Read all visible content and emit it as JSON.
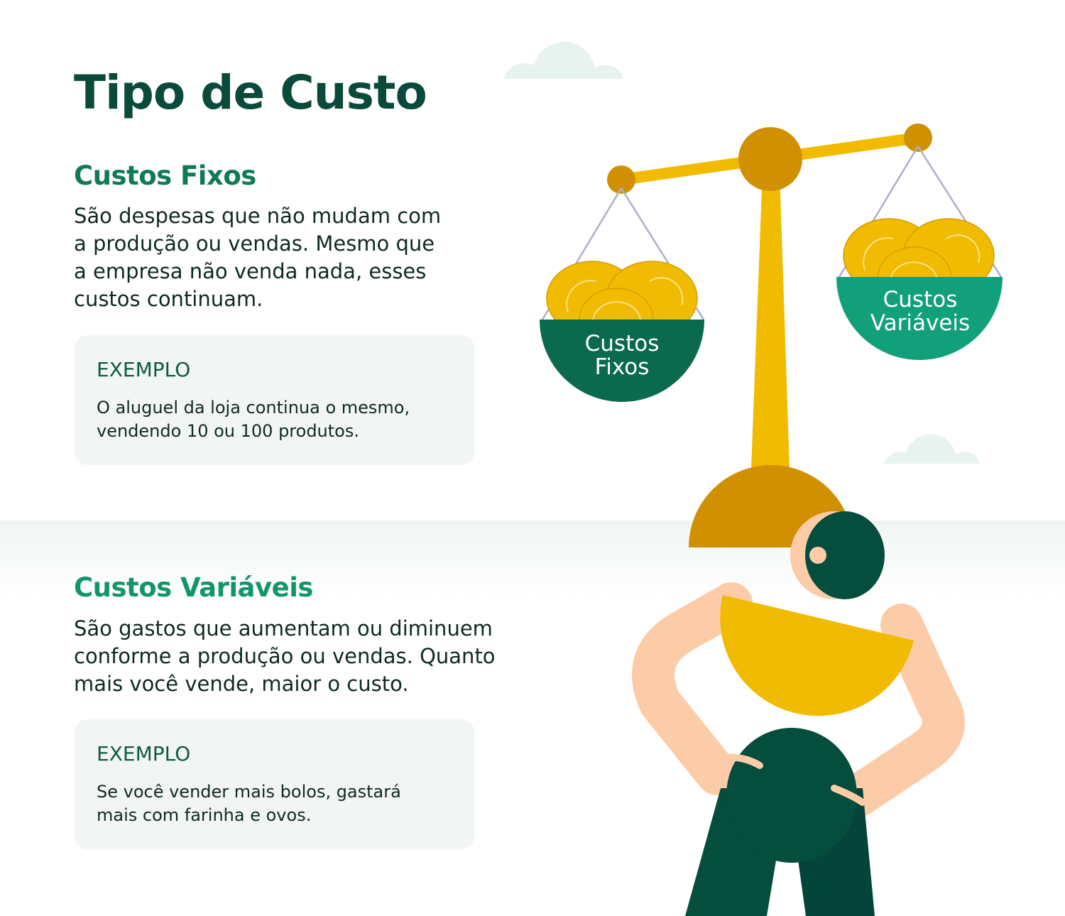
{
  "page": {
    "title": "Tipo de Custo"
  },
  "sections": [
    {
      "heading": "Custos Fixos",
      "description_lines": [
        "São despesas que não mudam com",
        "a produção ou vendas. Mesmo que",
        "a empresa não venda nada, esses",
        "custos continuam."
      ],
      "example": {
        "label": "EXEMPLO",
        "lines": [
          "O aluguel da loja continua o mesmo,",
          "vendendo 10 ou 100 produtos."
        ]
      }
    },
    {
      "heading": "Custos Variáveis",
      "description_lines": [
        "São gastos que aumentam ou diminuem",
        "conforme a produção ou vendas. Quanto",
        "mais você vende, maior o custo."
      ],
      "example": {
        "label": "EXEMPLO",
        "lines": [
          "Se você vender mais bolos, gastará",
          "mais com farinha e ovos."
        ]
      }
    }
  ],
  "illustration": {
    "description": "Person holding a balance scale; left pan holds coins labeled fixed costs, right pan holds coins labeled variable costs",
    "left_pan": {
      "line1": "Custos",
      "line2": "Fixos",
      "color": "#0a6a4e"
    },
    "right_pan": {
      "line1": "Custos",
      "line2": "Variáveis",
      "color": "#12a07a"
    },
    "colors": {
      "scale_gold": "#f0bb00",
      "scale_dark_gold": "#d09000",
      "coin": "#f0bb00",
      "skin": "#fccca8",
      "dark_green": "#054d3c",
      "cloud": "#e6f3ef",
      "string": "#b0aec8"
    }
  }
}
